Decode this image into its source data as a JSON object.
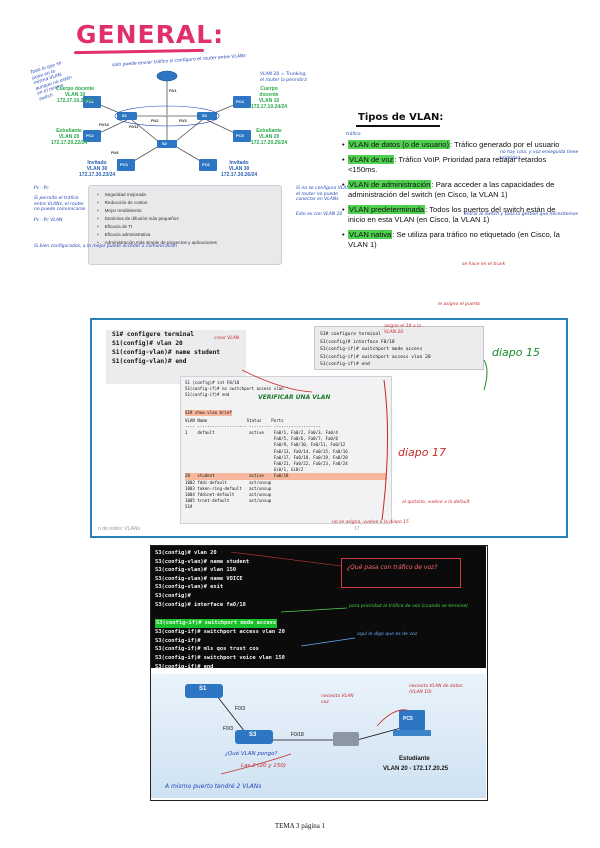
{
  "title": "GENERAL:",
  "topology": {
    "labels": {
      "r1": "R1",
      "s1": "S1",
      "s2": "S2",
      "s3": "S3",
      "pc1": "PC1",
      "pc2": "PC2",
      "pc3": "PC3",
      "pc4": "PC4",
      "pc5": "PC5",
      "pc6": "PC6",
      "f011": "F0/11",
      "f018": "F0/18",
      "f06": "F0/6",
      "f01": "F0/1",
      "f03": "F0/3",
      "f02": "F0/2"
    },
    "groups": [
      {
        "name": "Cuerpo docente",
        "vlan": "VLAN 10",
        "net": "172.17.10.21/24"
      },
      {
        "name": "Cuerpo docente",
        "vlan": "VLAN 10",
        "net": "172.17.10.24/24"
      },
      {
        "name": "Estudiante",
        "vlan": "VLAN 20",
        "net": "172.17.20.22/24"
      },
      {
        "name": "Estudiante",
        "vlan": "VLAN 20",
        "net": "172.17.20.25/24"
      },
      {
        "name": "Invitado",
        "vlan": "VLAN 30",
        "net": "172.17.30.23/24"
      },
      {
        "name": "Invitado",
        "vlan": "VLAN 30",
        "net": "172.17.30.26/24"
      }
    ]
  },
  "benefits": [
    "Seguridad mejorada",
    "Reducción de costos",
    "Mejor rendimiento",
    "Dominios de difusión más pequeños",
    "Eficacia de TI",
    "Eficacia administrativa",
    "Administración más simple de proyectos y aplicaciones"
  ],
  "notes": {
    "topo_left": "Todo lo que se pone en la misma VLAN, aunque no estén en el mismo switch",
    "topo_top": "solo puede enviar tráfico si configuro el router entre VLANs",
    "topo_right": "VLAN 20 = Trunking, el router la permitirá",
    "pc_note": "Pc - Pc",
    "pc_note2": "Pc - Pc VLAN",
    "left_side": "Si permito el tráfico entre VLANs, el router no puede comunicarse",
    "bottom_blue": "Si bien configurados, a lo mejor puede acceder a comunicación",
    "mid_right": "Si no se configura VLAN, el router no puede conectar en VLANs",
    "mid_right2": "Esto es con VLAN 10"
  },
  "vlan_types": {
    "heading": "Tipos de VLAN:",
    "items": [
      {
        "term": "VLAN de datos (o de usuario)",
        "text": ": Tráfico generado por el usuario"
      },
      {
        "term": "VLAN de voz",
        "text": ": Tráfico VoIP. Prioridad para rebajar retardos <150ms."
      },
      {
        "term": "VLAN de administración",
        "text": ": Para acceder a las capacidades de administración del switch (en Cisco, la VLAN 1)"
      },
      {
        "term": "VLAN predeterminada",
        "text": ": Todos los puertos del switch están de inicio en esta VLAN (en Cisco, la VLAN 1)"
      },
      {
        "term": "VLAN nativa",
        "text": ": Se utiliza para tráfico no etiquetado (en Cisco, la VLAN 1)"
      }
    ],
    "annotation_top": "tráfico",
    "annotation_voz": "no hay cola, y voz enseguida tiene prioridad",
    "annotation_admin": "entrar al switch y toda la gestión que necesitemos",
    "annotation_native": "se hace en el trunk"
  },
  "slide2": {
    "box_a": [
      "S1# configure terminal",
      "S1(config)# vlan 20",
      "S1(config-vlan)# name student",
      "S1(config-vlan)# end"
    ],
    "box_b": [
      "S1# configure terminal",
      "S1(config)# interface F0/18",
      "S1(config-if)# switchport mode access",
      "S1(config-if)# switchport access vlan 20",
      "S1(config-if)# end"
    ],
    "table_lines": [
      "S1 (config)# int F0/18",
      "S1(config-if)# no switchport access vlan",
      "S1(config-if)# end",
      "S1# show vlan brief",
      "",
      "VLAN Name                Status    Ports",
      "---- -------------------- --------- -------------------",
      "1    default              active    Fa0/1, Fa0/2, Fa0/3, Fa0/4",
      "                                    Fa0/5, Fa0/6, Fa0/7, Fa0/8",
      "                                    Fa0/9, Fa0/10, Fa0/11, Fa0/12",
      "                                    Fa0/13, Fa0/14, Fa0/15, Fa0/16",
      "                                    Fa0/17, Fa0/18, Fa0/19, Fa0/20",
      "                                    Fa0/21, Fa0/22, Fa0/23, Fa0/24",
      "                                    Gi0/1, Gi0/2",
      "20   student              active    Fa0/18",
      "1002 fddi-default         act/unsup",
      "1003 token-ring-default   act/unsup",
      "1004 fddinet-default      act/unsup",
      "1005 trnet-default        act/unsup",
      "S1#"
    ],
    "verify_label": "VERIFICAR UNA VLAN",
    "diapo15": "diapo 15",
    "diapo17": "diapo 17",
    "note_name": "crear VLAN",
    "note_port": "le asigno el puerto",
    "note_assign": "asigno el 18 a la VLAN 20",
    "note_remove": "al quitarlo, vuelve a la default",
    "note_default": "no se asigna, vuelve a la diapo 15",
    "caption": "n de redes: VLANs",
    "page": "17"
  },
  "slide3": {
    "lines": [
      "S3(config)# vlan 20",
      "S3(config-vlan)# name student",
      "S3(config-vlan)# vlan 150",
      "S3(config-vlan)# name VOICE",
      "S3(config-vlan)# exit",
      "S3(config)#",
      "S3(config)# interface fa0/18",
      "S3(config-if)# switchport mode access",
      "S3(config-if)# switchport access vlan 20",
      "S3(config-if)#",
      "S3(config-if)# mls qos trust cos",
      "S3(config-if)# switchport voice vlan 150",
      "S3(config-if)# end",
      "S3#"
    ],
    "question": "¿Qué pasa con tráfico de voz?",
    "note_access": "para prioridad al tráfico de voz (cuando se termine)",
    "note_voice": "aquí le digo que es de voz",
    "diagram": {
      "s1": "S1",
      "s3": "S3",
      "f03a": "F0/3",
      "f03b": "F0/3",
      "f018": "F0/18",
      "pc5": "PC5",
      "student": "Estudiante",
      "vlan": "VLAN 20 - 172.17.20.25",
      "note_vlan_voz": "necesita VLAN voz",
      "note_vlan_datos": "necesita VLAN de datos (VLAN 10)",
      "question": "¿Qué VLAN pongo?",
      "answer": "Las 2 (20 y 150)",
      "bottom": "A mismo puerto tendré 2 VLANs"
    }
  },
  "footer": "TEMA 3 página 1"
}
